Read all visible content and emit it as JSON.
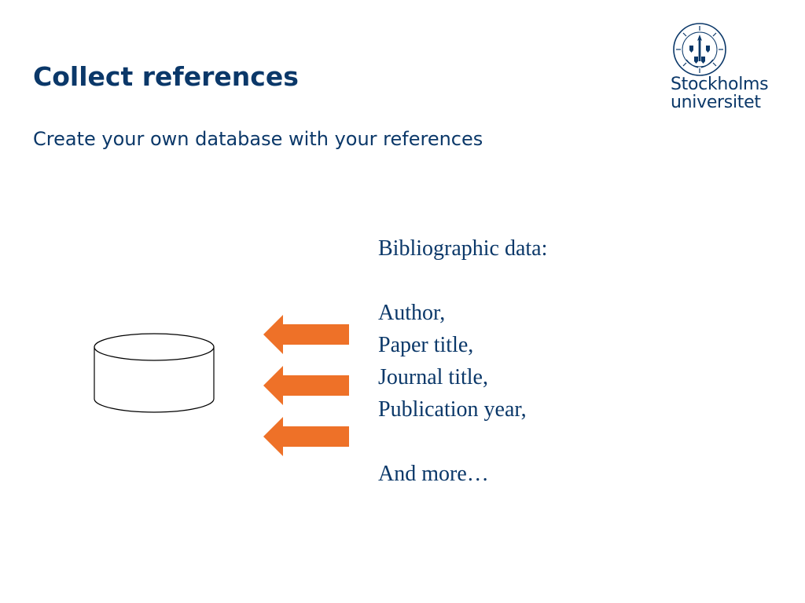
{
  "slide": {
    "title": "Collect references",
    "subtitle": "Create your own database with your references"
  },
  "logo": {
    "name_line1": "Stockholms",
    "name_line2": "universitet",
    "seal_icon": "university-seal-icon"
  },
  "diagram": {
    "database_icon": "database-cylinder-icon",
    "arrow_icon": "arrow-left-icon",
    "arrow_color": "#ee7128",
    "arrow_count": 3
  },
  "bibliographic": {
    "heading": "Bibliographic data:",
    "items": [
      "Author,",
      "Paper title,",
      "Journal title,",
      "Publication year,"
    ],
    "more": "And more…"
  },
  "colors": {
    "primary": "#0b3869",
    "accent": "#ee7128"
  }
}
